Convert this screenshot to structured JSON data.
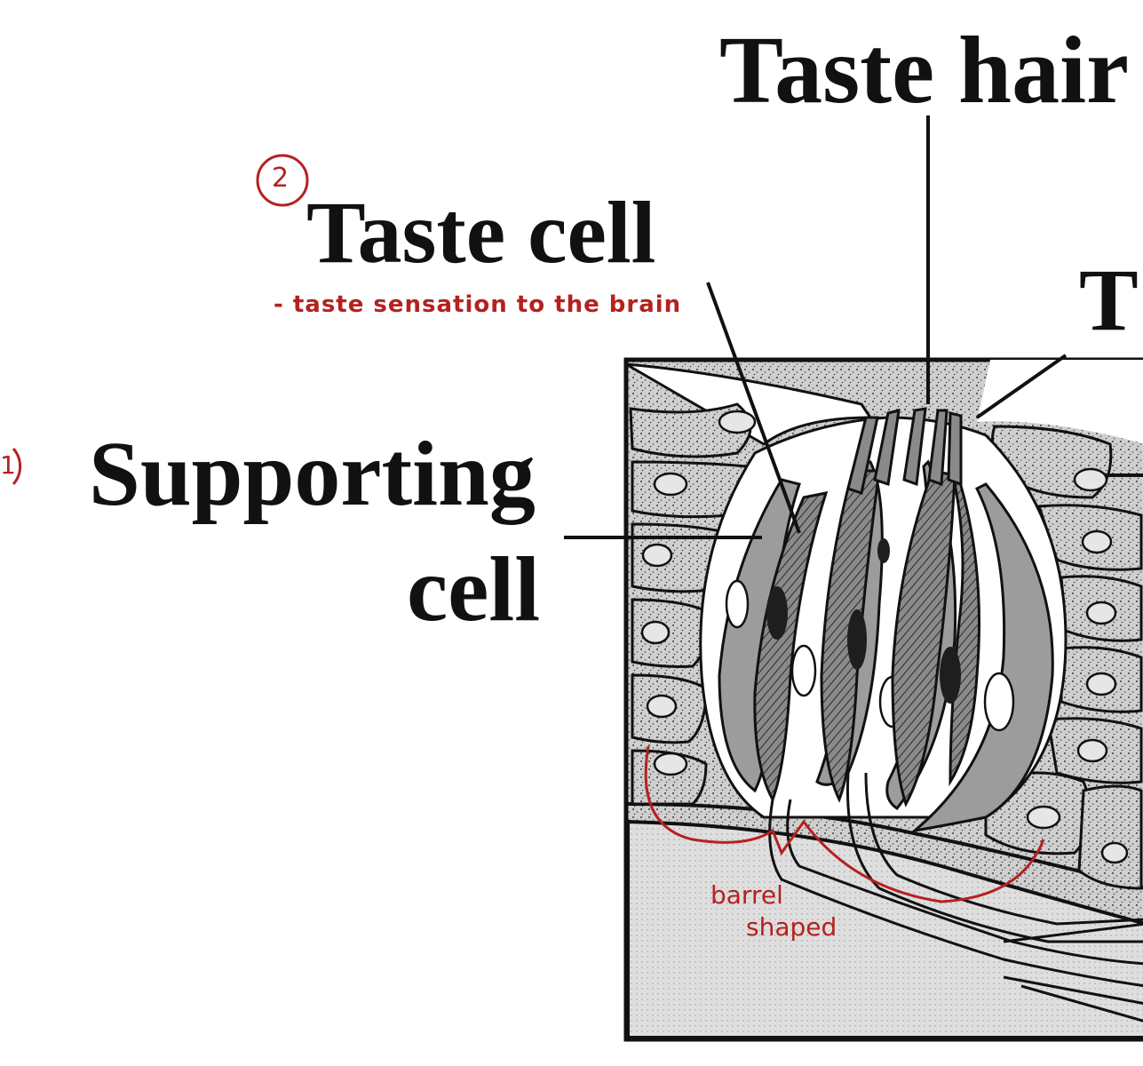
{
  "labels": {
    "taste_hair": "Taste hair",
    "taste_cell": "Taste cell",
    "supporting_line1": "Supporting",
    "supporting_line2": "cell",
    "taste_pore_partial": "T"
  },
  "annotations": {
    "number_taste_cell": "2",
    "number_supporting": "1",
    "taste_cell_note": "- taste sensation to the brain",
    "barrel_line1": "barrel",
    "barrel_line2": "shaped"
  },
  "colors": {
    "ink": "#111111",
    "annotation": "#b5211f",
    "cell_fill": "#9c9c9c",
    "tissue_fill": "#c9c9c9",
    "base_fill": "#dcdcdc"
  }
}
